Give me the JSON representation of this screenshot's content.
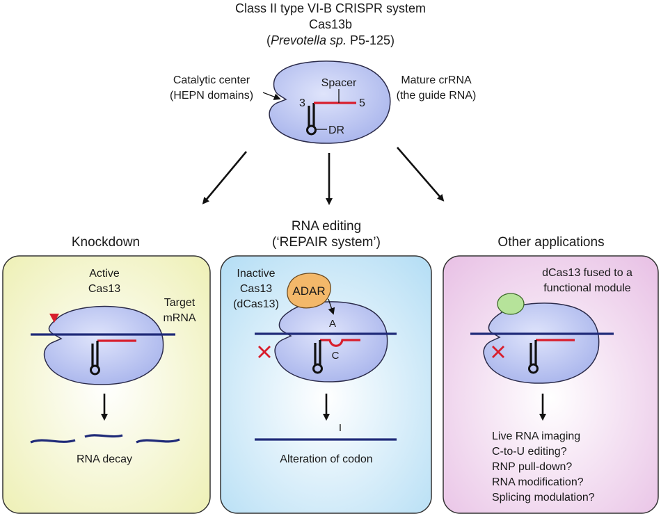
{
  "header": {
    "line1": "Class II type VI-B CRISPR system",
    "line2": "Cas13b",
    "line3_open": "(",
    "line3_species": "Prevotella sp.",
    "line3_rest": " P5-125)"
  },
  "top_protein": {
    "catalytic_line1": "Catalytic center",
    "catalytic_line2": "(HEPN domains)",
    "spacer": "Spacer",
    "end3": "3",
    "end5": "5",
    "dr": "DR",
    "crrna_line1": "Mature crRNA",
    "crrna_line2": "(the guide RNA)"
  },
  "knockdown": {
    "title": "Knockdown",
    "active_line1": "Active",
    "active_line2": "Cas13",
    "target_line1": "Target",
    "target_line2": "mRNA",
    "result": "RNA decay"
  },
  "editing": {
    "title_line1": "RNA editing",
    "title_line2": "(‘REPAIR system’)",
    "inactive_line1": "Inactive",
    "inactive_line2": "Cas13",
    "inactive_line3": "(dCas13)",
    "adar": "ADAR",
    "base_a": "A",
    "base_c": "C",
    "base_i": "I",
    "result": "Alteration of codon"
  },
  "other": {
    "title": "Other applications",
    "fused_line1": "dCas13 fused to a",
    "fused_line2": "functional module",
    "apps": [
      "Live RNA imaging",
      "C-to-U editing?",
      "RNP pull-down?",
      "RNA modification?",
      "Splicing modulation?"
    ]
  },
  "colors": {
    "protein": "#b4bff0",
    "protein_edge": "#2b2b4a",
    "rna_navy": "#1f2a78",
    "guide_red": "#d81e2c",
    "adar": "#f3b86a",
    "module": "#b6e39a",
    "panel_yellow": "#f6f7cf",
    "panel_blue": "#cfeaf9",
    "panel_pink": "#f1d6ee"
  }
}
